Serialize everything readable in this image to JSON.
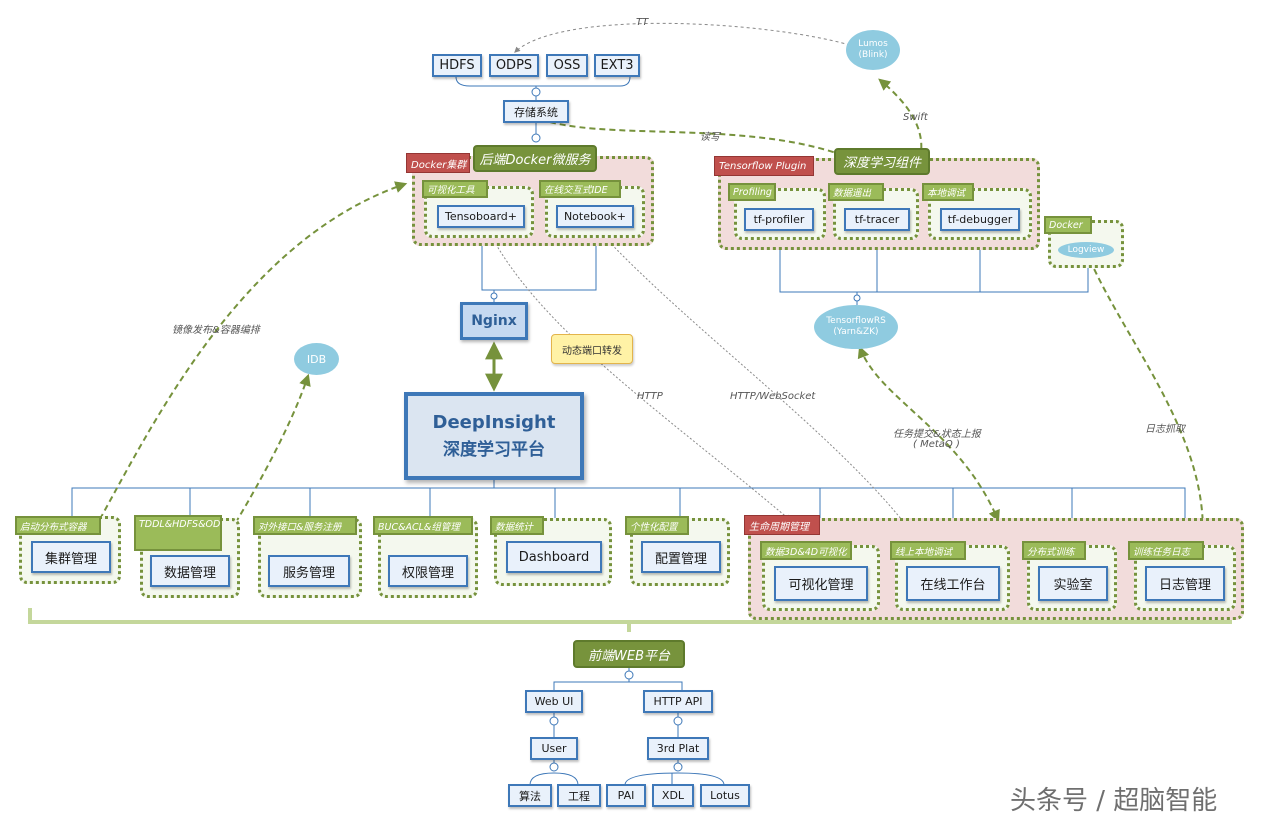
{
  "storage": {
    "items": [
      "HDFS",
      "ODPS",
      "OSS",
      "EXT3"
    ],
    "system": "存储系统",
    "lumos_line1": "Lumos",
    "lumos_line2": "(Blink)",
    "tt_label": "TT"
  },
  "docker_cluster": {
    "tag": "Docker集群",
    "title": "后端Docker微服务",
    "viz_tag": "可视化工具",
    "viz_box": "Tensoboard+",
    "ide_tag": "在线交互式IDE",
    "ide_box": "Notebook+"
  },
  "dl_components": {
    "tag": "Tensorflow Plugin",
    "title": "深度学习组件",
    "profiling_tag": "Profiling",
    "profiler": "tf-profiler",
    "export_tag": "数据遥出",
    "tracer": "tf-tracer",
    "debug_tag": "本地调试",
    "debugger": "tf-debugger",
    "docker_tag": "Docker",
    "logview": "Logview"
  },
  "labels": {
    "rw": "读写",
    "swift": "Swift",
    "mirror": "镜像发布&容器编排",
    "http": "HTTP",
    "http_ws": "HTTP/WebSocket",
    "task_line1": "任务提交&状态上报",
    "task_line2": "( MetaQ )",
    "log_grab": "日志抓取"
  },
  "idb": "IDB",
  "nginx": "Nginx",
  "nginx_note": "动态端口转发",
  "tfrs_line1": "TensorflowRS",
  "tfrs_line2": "(Yarn&ZK)",
  "platform": {
    "line1": "DeepInsight",
    "line2": "深度学习平台"
  },
  "modules": [
    {
      "tag": "启动分布式容器",
      "name": "集群管理"
    },
    {
      "tag": "TDDL&HDFS&ODPS",
      "name": "数据管理"
    },
    {
      "tag": "对外接口&服务注册",
      "name": "服务管理"
    },
    {
      "tag": "BUC&ACL&组管理",
      "name": "权限管理"
    },
    {
      "tag": "数据统计",
      "name": "Dashboard"
    },
    {
      "tag": "个性化配置",
      "name": "配置管理"
    }
  ],
  "lifecycle": {
    "tag": "生命周期管理",
    "items": [
      {
        "tag": "数据3D&4D可视化",
        "name": "可视化管理"
      },
      {
        "tag": "线上本地调试",
        "name": "在线工作台"
      },
      {
        "tag": "分布式训练",
        "name": "实验室"
      },
      {
        "tag": "训练任务日志",
        "name": "日志管理"
      }
    ]
  },
  "frontend": {
    "title": "前端WEB平台",
    "web_ui": "Web UI",
    "http_api": "HTTP API",
    "user": "User",
    "third": "3rd Plat",
    "leaves": [
      "算法",
      "工程",
      "PAI",
      "XDL",
      "Lotus"
    ]
  },
  "watermark": "头条号 / 超脑智能",
  "colors": {
    "box_border": "#3e78b8",
    "box_fill": "#e9f1fb",
    "green": "#9bbb59",
    "dark_green": "#76923c",
    "red_tag": "#c0504d",
    "pink_group": "#f2dcdb",
    "ellipse": "#8fcbe0"
  }
}
